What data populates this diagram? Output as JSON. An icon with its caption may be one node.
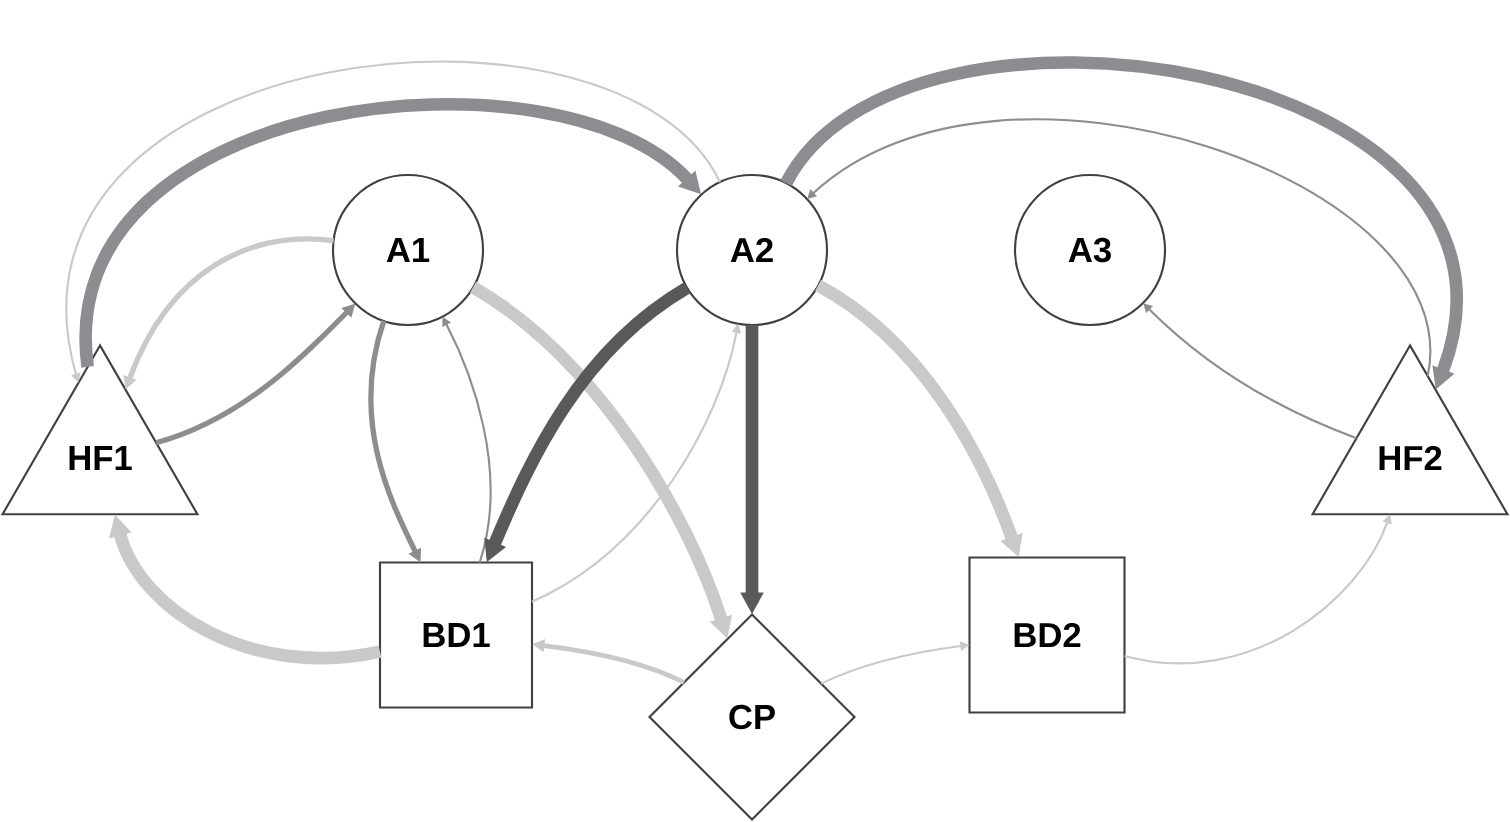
{
  "diagram": {
    "nodes": [
      {
        "text": [
          "A1"
        ]
      },
      {
        "text": [
          "A2"
        ]
      },
      {
        "text": [
          "A3"
        ]
      },
      {
        "text": [
          "HF1"
        ]
      },
      {
        "text": [
          "HF2"
        ]
      },
      {
        "text": [
          "BD1"
        ]
      },
      {
        "text": [
          "CP"
        ]
      },
      {
        "text": [
          "BD2"
        ]
      }
    ],
    "edges": [
      {
        "from": 3,
        "to": 1,
        "arrow": "to",
        "style": "thick",
        "color": "#8c8d90"
      },
      {
        "from": 1,
        "to": 3,
        "arrow": "to"
      },
      {
        "from": 0,
        "to": 3,
        "arrow": "to"
      },
      {
        "from": 3,
        "to": 0,
        "arrow": "to",
        "color": "#8c8d90"
      },
      {
        "from": 0,
        "to": 5,
        "arrow": "to",
        "color": "#8c8d90"
      },
      {
        "from": 5,
        "to": 0,
        "arrow": "to",
        "color": "#8c8d90"
      },
      {
        "from": 0,
        "to": 6,
        "arrow": "to",
        "style": "thick"
      },
      {
        "from": 5,
        "to": 1,
        "arrow": "to"
      },
      {
        "from": 1,
        "to": 5,
        "arrow": "to",
        "style": "thick",
        "color": "#58595b"
      },
      {
        "from": 1,
        "to": 6,
        "arrow": "to",
        "style": "thick",
        "color": "#58595b"
      },
      {
        "from": 1,
        "to": 7,
        "arrow": "to",
        "style": "thick"
      },
      {
        "from": 1,
        "to": 4,
        "arrow": "to",
        "style": "thick",
        "color": "#8c8d90"
      },
      {
        "from": 4,
        "to": 1,
        "arrow": "to",
        "color": "#8c8d90"
      },
      {
        "from": 4,
        "to": 2,
        "arrow": "to",
        "color": "#8c8d90"
      },
      {
        "from": 5,
        "to": 3,
        "arrow": "to",
        "style": "thick"
      },
      {
        "from": 6,
        "to": 5,
        "arrow": "to"
      },
      {
        "from": 6,
        "to": 7,
        "arrow": "to"
      },
      {
        "from": 7,
        "to": 4,
        "arrow": "to"
      }
    ]
  }
}
